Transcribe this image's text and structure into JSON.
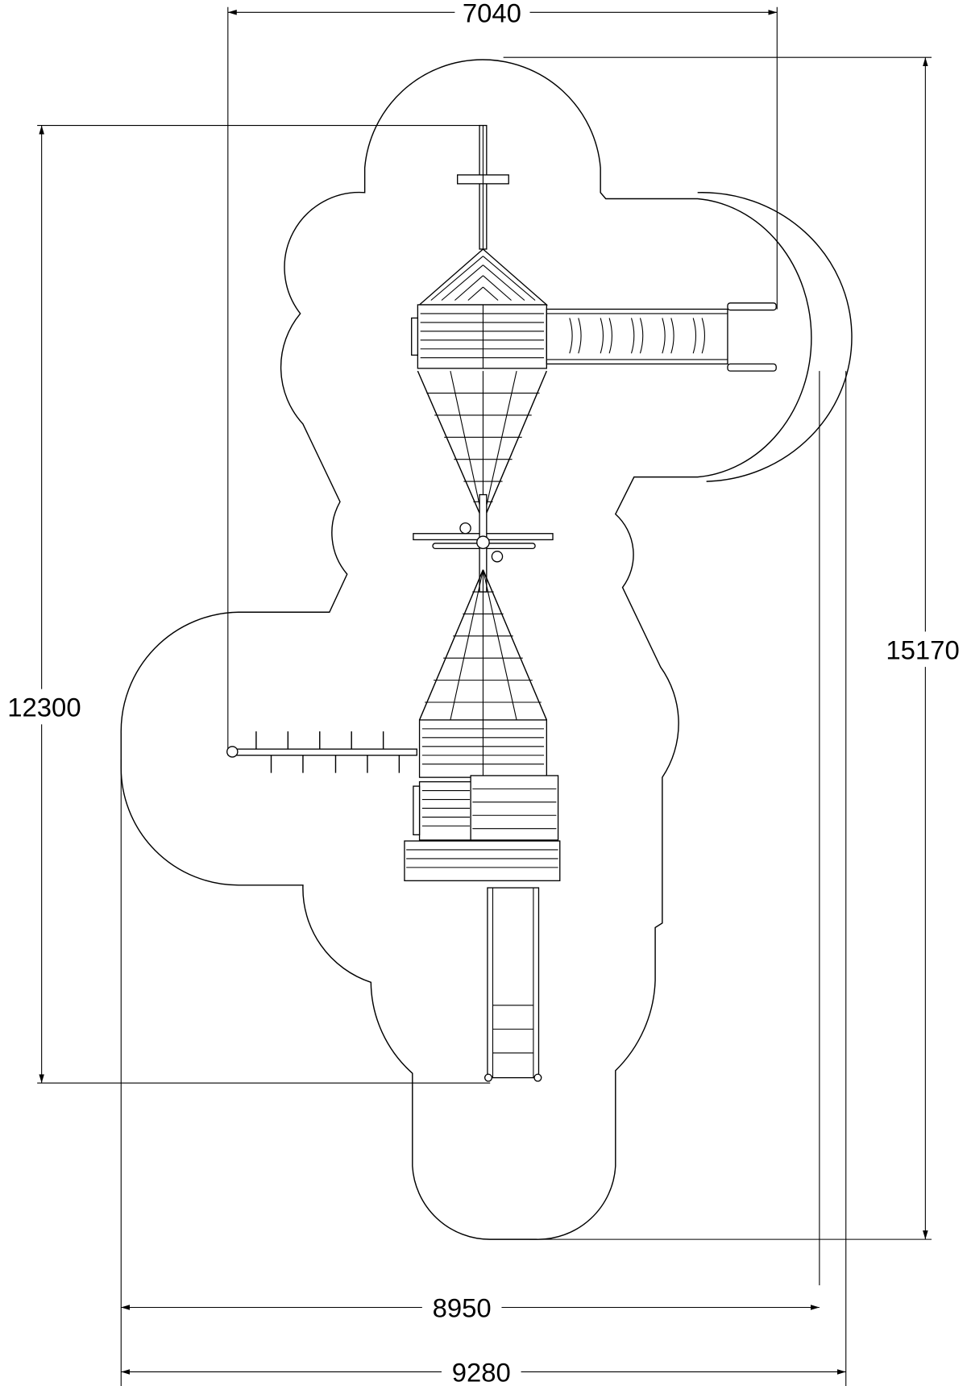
{
  "drawing": {
    "type": "playground plan view with safety zone",
    "dimensions": {
      "top_width": "7040",
      "left_height": "12300",
      "right_height": "15170",
      "bottom_width_inner": "8950",
      "bottom_width_outer": "9280"
    },
    "line_color": "#000000",
    "background": "#ffffff"
  }
}
